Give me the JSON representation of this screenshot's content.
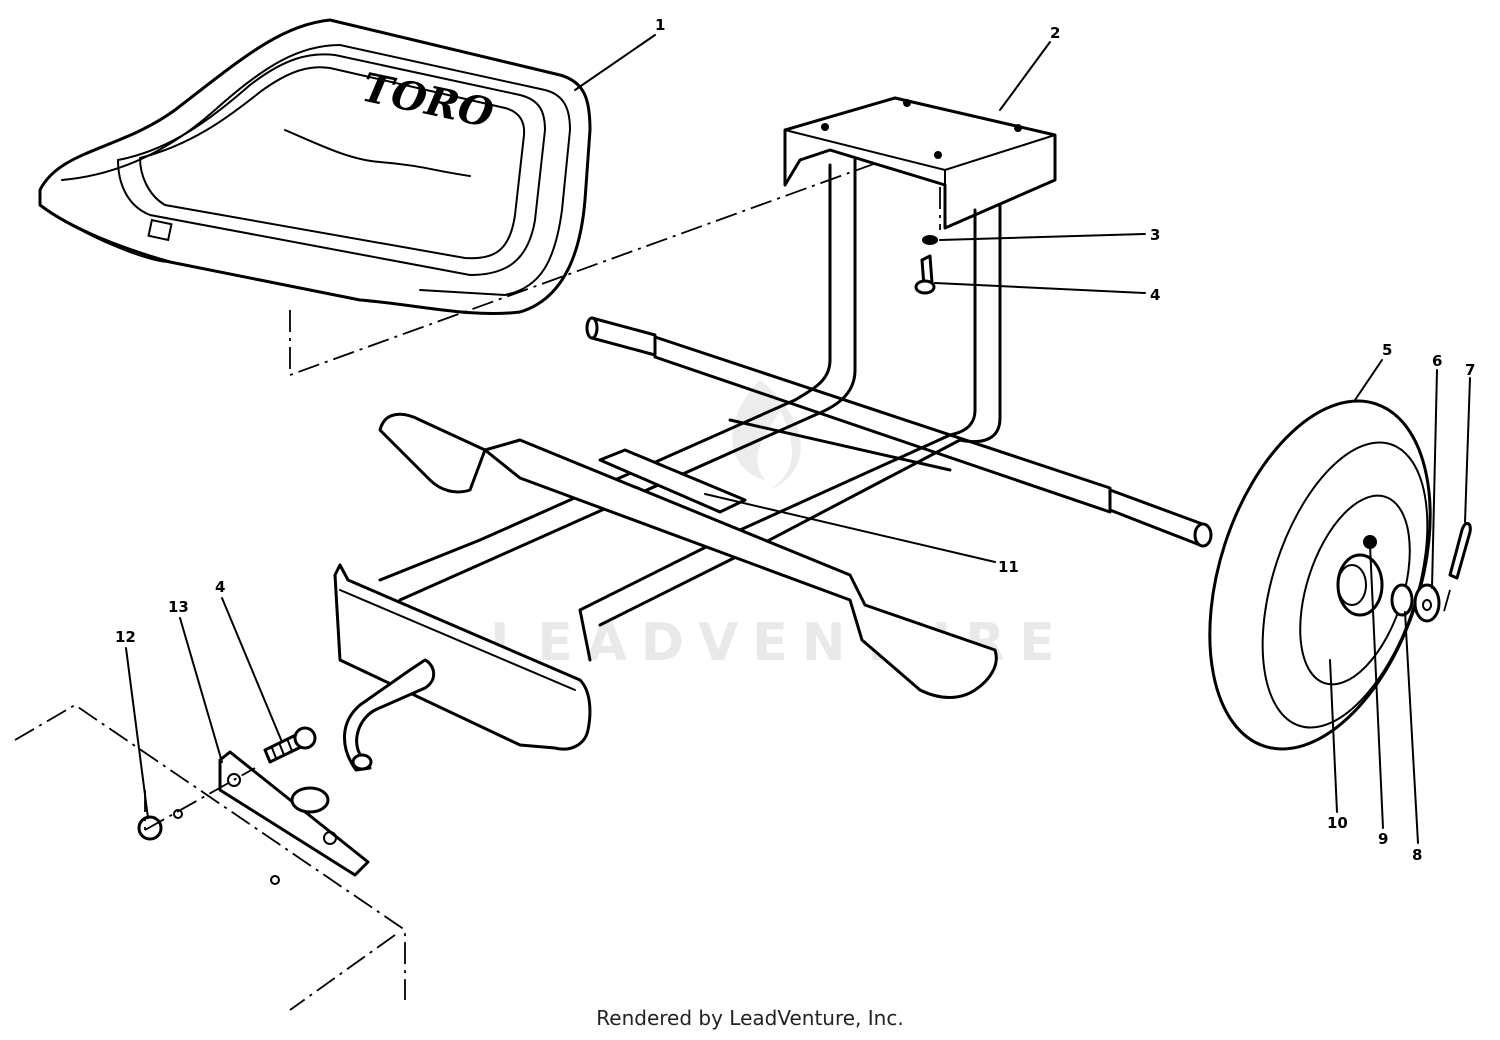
{
  "seat_brand": "TORO",
  "watermark": "LEADVENTURE",
  "credit": "Rendered by LeadVenture, Inc.",
  "callouts": [
    "1",
    "2",
    "3",
    "4",
    "5",
    "6",
    "7",
    "4",
    "11",
    "12",
    "13",
    "10",
    "9",
    "8"
  ]
}
